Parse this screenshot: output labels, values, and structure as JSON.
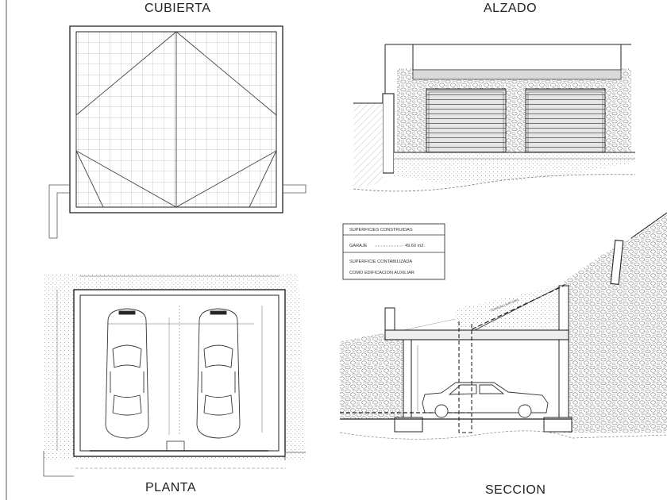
{
  "sheet": {
    "titles": {
      "cubierta": "CUBIERTA",
      "alzado": "ALZADO",
      "planta": "PLANTA",
      "seccion": "SECCION"
    },
    "surface_table": {
      "header": "SUPERFICIES CONSTRUIDAS",
      "row_label": "GARAJE",
      "row_value": "49.60 m2.",
      "note_line1": "SUPERFICIE CONTABILIZADA",
      "note_line2": "COMO EDIFICACION AUXILIAR"
    },
    "section_labels": {
      "terrain": "TERRENO NATURAL"
    },
    "colors": {
      "line": "#222222",
      "hatch": "#8a8a8a",
      "fill": "#ffffff"
    }
  }
}
